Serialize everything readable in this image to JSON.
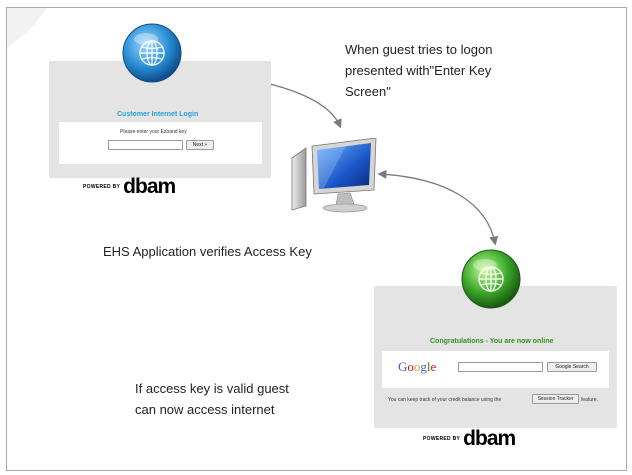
{
  "captions": {
    "logon_line1": "When guest tries to logon",
    "logon_line2": "presented with\"Enter Key",
    "logon_line3": "Screen\"",
    "verify": "EHS Application verifies Access Key",
    "valid_line1": "If access key is valid guest",
    "valid_line2": "can now access internet"
  },
  "login_panel": {
    "title": "Customer Internet Login",
    "prompt": "Please enter your Ezband key",
    "next_button": "Next »",
    "globe_color": "#2a8fd6"
  },
  "success_panel": {
    "title": "Congratulations - You are now online",
    "search_logo": "Google",
    "search_button": "Google Search",
    "credit_text_before": "You can keep track of your credit balance using the",
    "tracker_button": "Session Tracker",
    "credit_text_after": "feature.",
    "globe_color": "#3aa72a"
  },
  "branding": {
    "powered_by": "POWERED BY",
    "brand_name": "dbam"
  },
  "colors": {
    "login_title": "#2a9fd8",
    "success_title": "#3a8f1e",
    "arrow": "#7a7a7a"
  }
}
